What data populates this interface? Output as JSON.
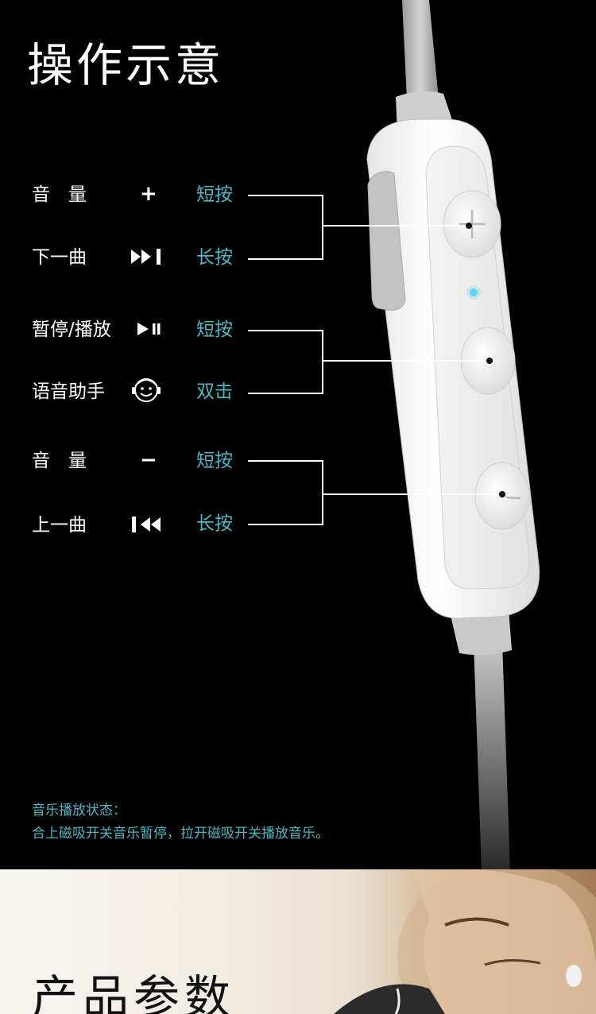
{
  "header": {
    "title": "操作示意"
  },
  "controls": [
    {
      "function": "音　量",
      "symbol": "+",
      "action": "短按"
    },
    {
      "function": "下一曲",
      "symbol": "next-track-icon",
      "action": "长按"
    },
    {
      "function": "暂停/播放",
      "symbol": "play-pause-icon",
      "action": "短按"
    },
    {
      "function": "语音助手",
      "symbol": "voice-assistant-icon",
      "action": "双击"
    },
    {
      "function": "音　量",
      "symbol": "−",
      "action": "短按"
    },
    {
      "function": "上一曲",
      "symbol": "previous-track-icon",
      "action": "长按"
    }
  ],
  "note": {
    "heading": "音乐播放状态：",
    "text": "合上磁吸开关音乐暂停，拉开磁吸开关播放音乐。"
  },
  "next_section": {
    "title": "产品参数"
  },
  "colors": {
    "accent": "#4fb6c3",
    "background": "#000000",
    "text": "#ffffff"
  }
}
